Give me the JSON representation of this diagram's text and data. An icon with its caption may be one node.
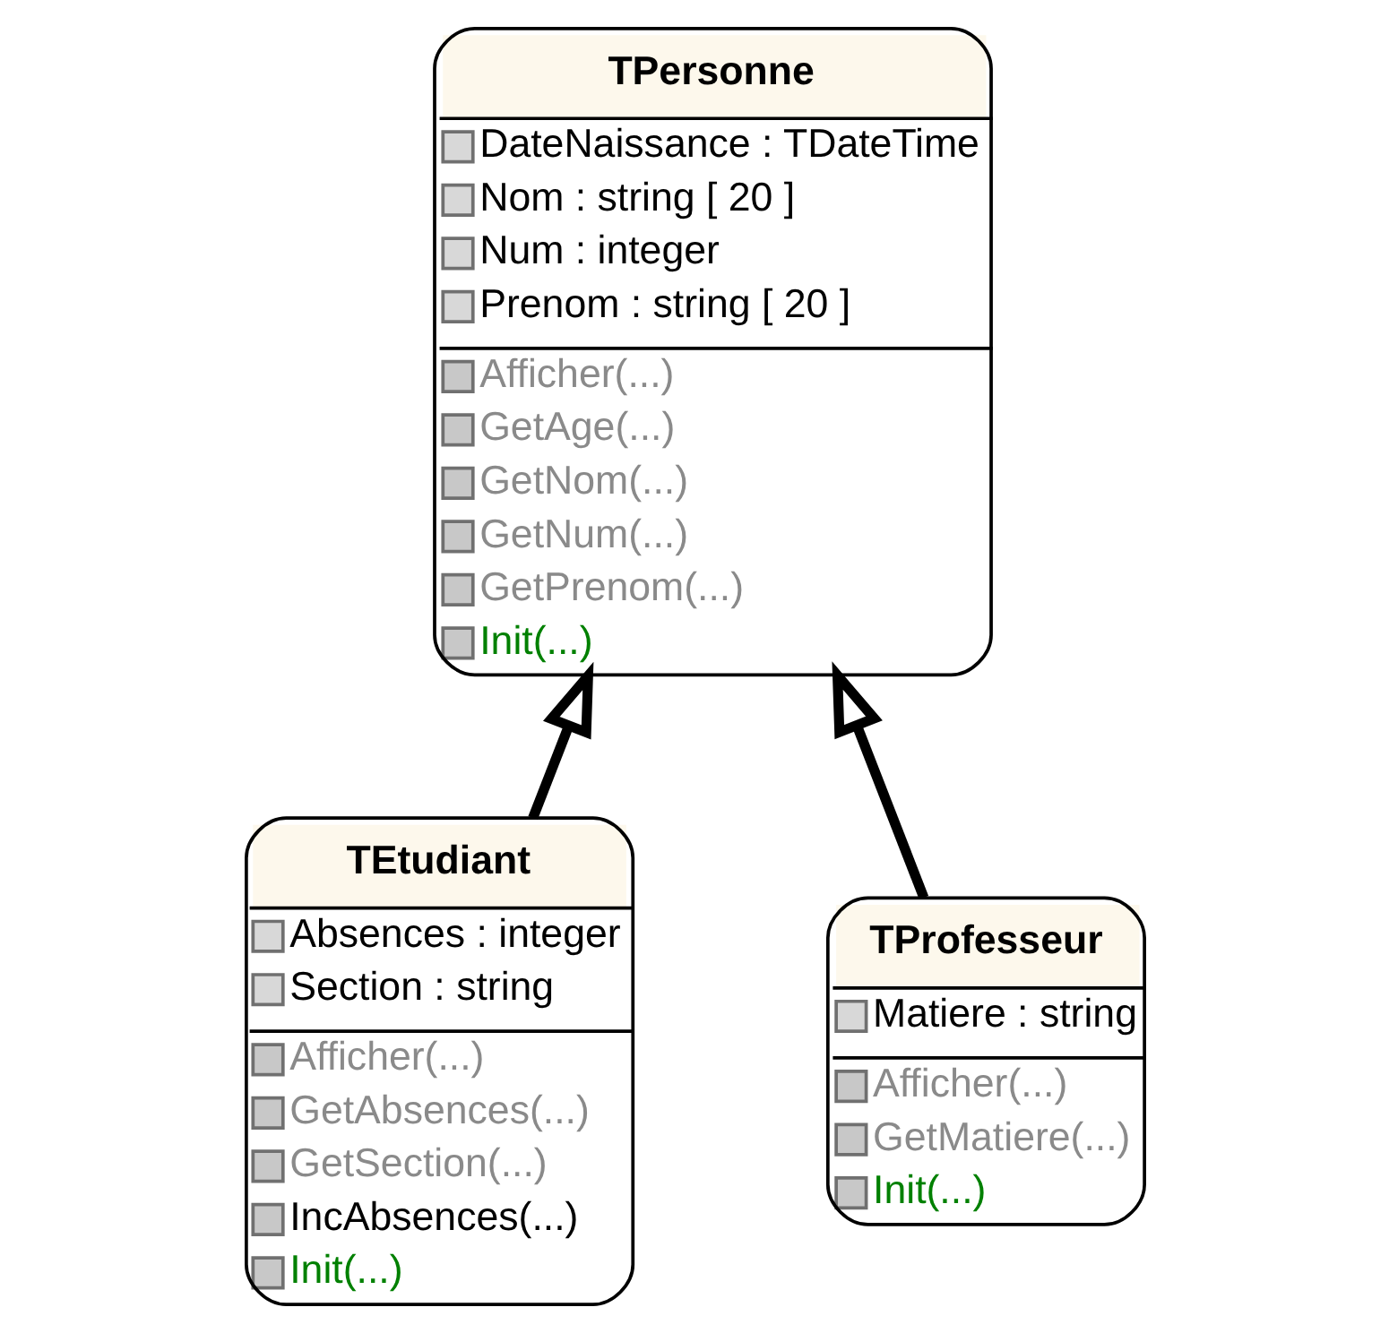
{
  "diagram": {
    "nodes": [
      {
        "text": [
          "TPersonne",
          "DateNaissance : TDateTime",
          "Nom : string [ 20 ]",
          "Num : integer",
          "Prenom : string [ 20 ]",
          "Afficher(...)",
          "GetAge(...)",
          "GetNom(...)",
          "GetNum(...)",
          "GetPrenom(...)",
          "Init(...)"
        ]
      },
      {
        "text": [
          "TEtudiant",
          "Absences : integer",
          "Section : string",
          "Afficher(...)",
          "GetAbsences(...)",
          "GetSection(...)",
          "IncAbsences(...)",
          "Init(...)"
        ]
      },
      {
        "text": [
          "TProfesseur",
          "Matiere : string",
          "Afficher(...)",
          "GetMatiere(...)",
          "Init(...)"
        ]
      }
    ],
    "edges": [
      {
        "from": 1,
        "to": 0,
        "arrow": "to"
      },
      {
        "from": 2,
        "to": 0,
        "arrow": "to"
      }
    ]
  }
}
